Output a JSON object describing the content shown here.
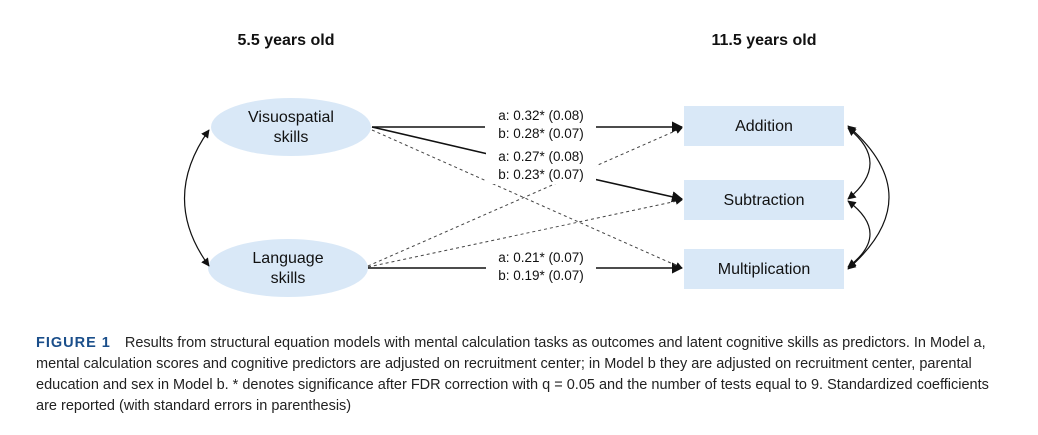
{
  "columns": {
    "left": "5.5 years old",
    "right": "11.5 years old"
  },
  "predictors": {
    "visuospatial": [
      "Visuospatial",
      "skills"
    ],
    "language": [
      "Language",
      "skills"
    ]
  },
  "outcomes": {
    "addition": "Addition",
    "subtraction": "Subtraction",
    "multiplication": "Multiplication"
  },
  "edges": {
    "vs_addition": {
      "a": "a: 0.32* (0.08)",
      "b": "b: 0.28* (0.07)"
    },
    "vs_subtraction": {
      "a": "a: 0.27* (0.08)",
      "b": "b: 0.23* (0.07)"
    },
    "lang_multiplication": {
      "a": "a: 0.21* (0.07)",
      "b": "b: 0.19* (0.07)"
    }
  },
  "colors": {
    "node_fill": "#d9e8f7",
    "line": "#111111",
    "caption_label": "#1a4e8a"
  },
  "caption": {
    "label": "FIGURE 1",
    "text": "Results from structural equation models with mental calculation tasks as outcomes and latent cognitive skills as predictors. In Model a, mental calculation scores and cognitive predictors are adjusted on recruitment center; in Model b they are adjusted on recruitment center, parental education and sex in Model b. * denotes significance after FDR correction with q = 0.05 and the number of tests equal to 9. Standardized coefficients are reported (with standard errors in parenthesis)"
  }
}
